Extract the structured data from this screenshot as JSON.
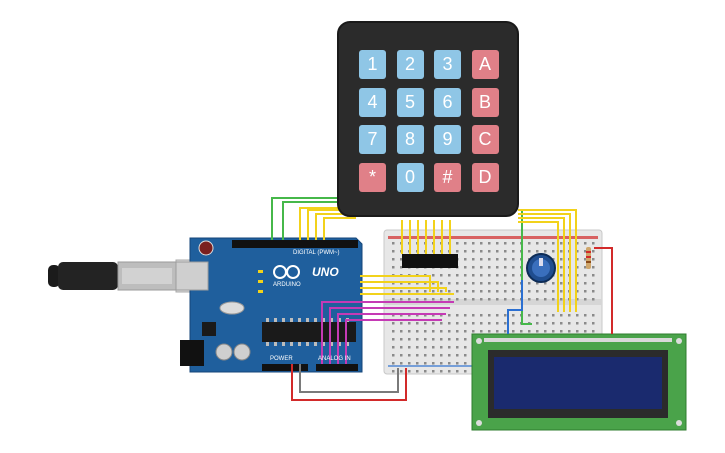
{
  "keypad": {
    "keys": [
      {
        "label": "1",
        "kind": "num"
      },
      {
        "label": "2",
        "kind": "num"
      },
      {
        "label": "3",
        "kind": "num"
      },
      {
        "label": "A",
        "kind": "alt"
      },
      {
        "label": "4",
        "kind": "num"
      },
      {
        "label": "5",
        "kind": "num"
      },
      {
        "label": "6",
        "kind": "num"
      },
      {
        "label": "B",
        "kind": "alt"
      },
      {
        "label": "7",
        "kind": "num"
      },
      {
        "label": "8",
        "kind": "num"
      },
      {
        "label": "9",
        "kind": "num"
      },
      {
        "label": "C",
        "kind": "alt"
      },
      {
        "label": "*",
        "kind": "alt"
      },
      {
        "label": "0",
        "kind": "num"
      },
      {
        "label": "#",
        "kind": "alt"
      },
      {
        "label": "D",
        "kind": "alt"
      }
    ]
  },
  "arduino": {
    "brand": "UNO",
    "logo_text": "ARDUINO",
    "digital_label": "DIGITAL (PWM~)",
    "power_label": "POWER",
    "analog_label": "ANALOG IN"
  },
  "colors": {
    "arduino_board": "#1f5f9d",
    "breadboard": "#e7e7e7",
    "lcd_pcb": "#4aa34a",
    "lcd_screen": "#1a2a6e",
    "wire_yellow": "#f2d21b",
    "wire_green": "#46b84a",
    "wire_magenta": "#c53ab5",
    "wire_red": "#d22a2a",
    "wire_gray": "#7a7a7a",
    "wire_blue": "#2b6fd1",
    "key_blue": "#8fc6e6",
    "key_red": "#e08088"
  }
}
